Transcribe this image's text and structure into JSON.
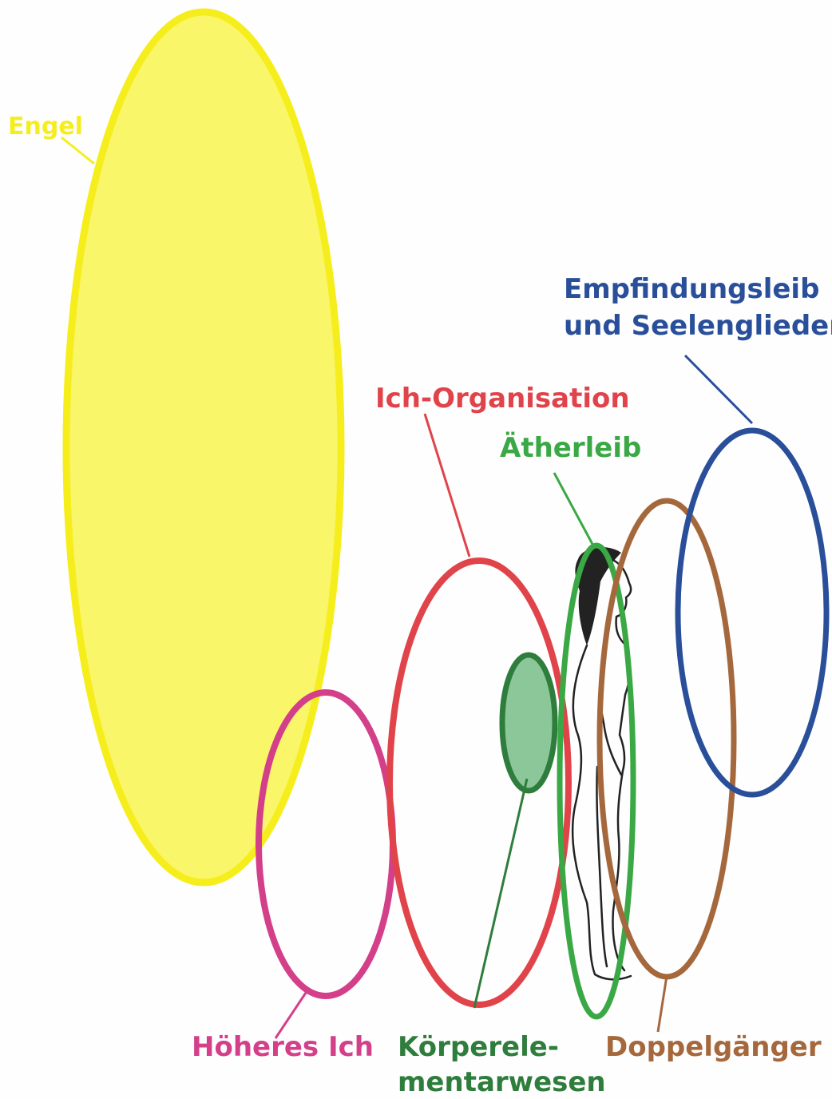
{
  "labels": {
    "engel": "Engel",
    "empfindungsleib_1": "Empfindungsleib",
    "empfindungsleib_2": "und Seelenglieder",
    "ich_organisation": "Ich-Organisation",
    "aetherleib": "Ätherleib",
    "hoeheres_ich": "Höheres Ich",
    "koerper_1": "Körperele-",
    "koerper_2": "mentarwesen",
    "doppelgaenger": "Doppelgänger"
  },
  "colors": {
    "engel": "#f6ee1c",
    "engel_fill": "#f9f66a",
    "empfindungsleib": "#2a4f9a",
    "ich_organisation": "#e0444a",
    "aetherleib": "#3aa845",
    "aether_fill": "#8cc79a",
    "koerper": "#2f7d3d",
    "hoeheres_ich": "#d43f8a",
    "doppelgaenger": "#a5683c",
    "figure": "#222222"
  },
  "figure": "standing-human-figure"
}
